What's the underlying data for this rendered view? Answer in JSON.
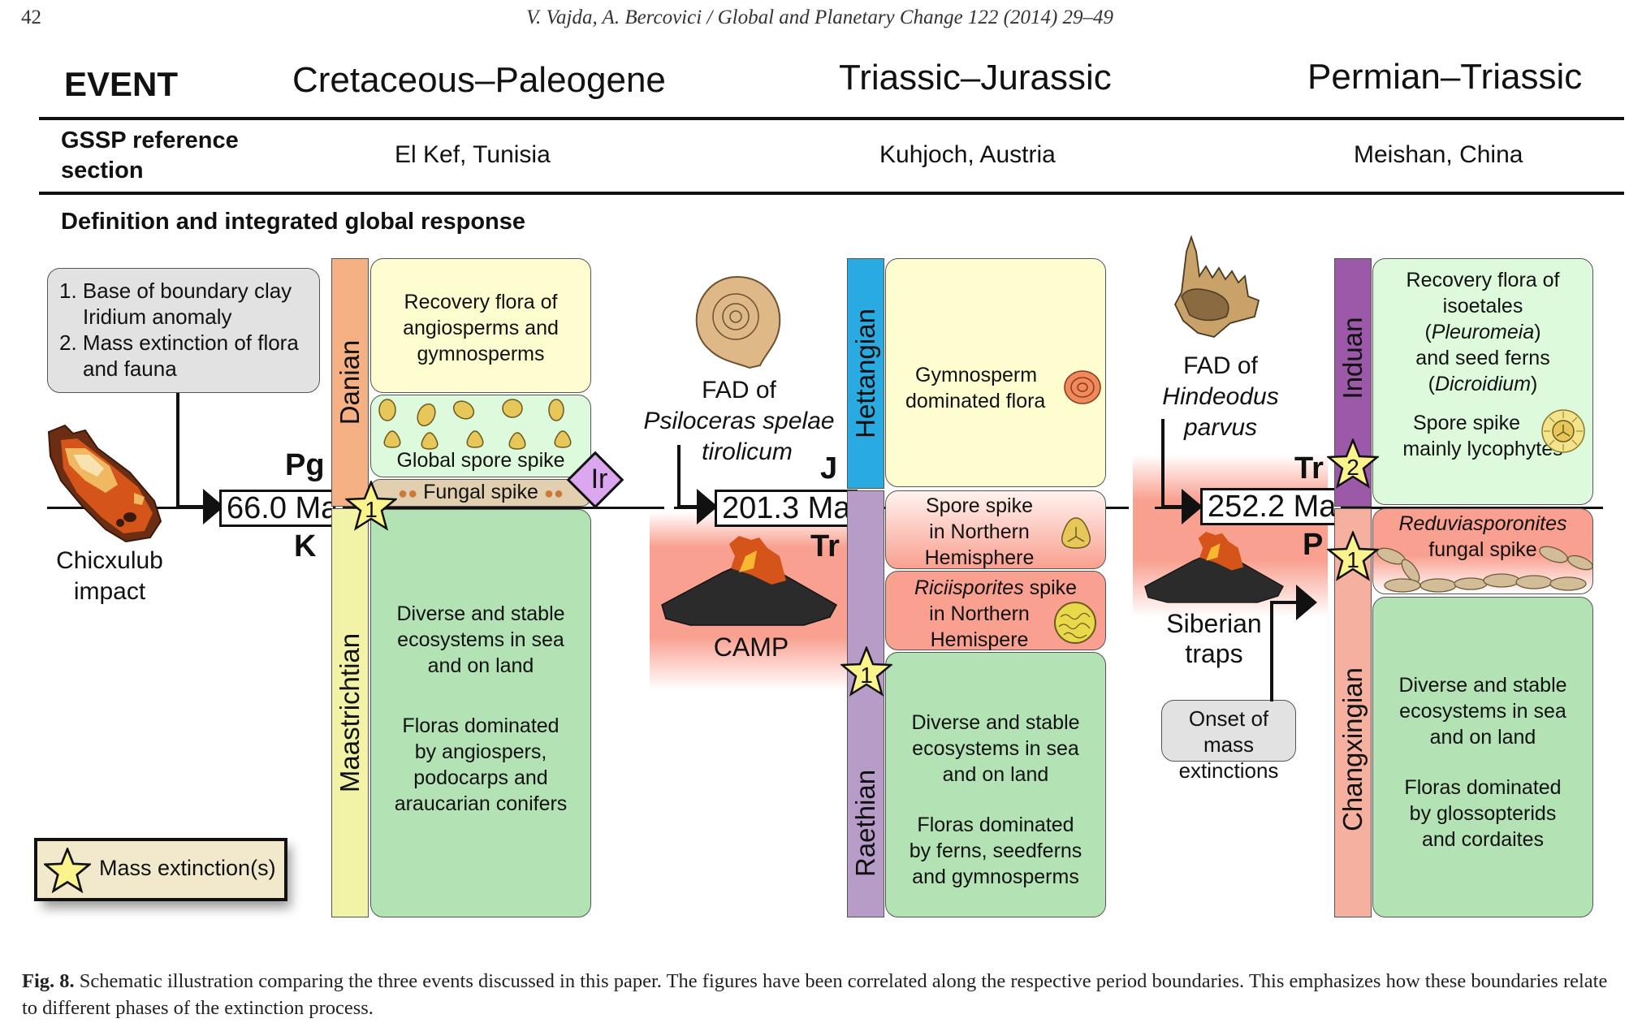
{
  "running_head": {
    "page_number": "42",
    "citation": "V. Vajda, A. Bercovici / Global and Planetary Change 122 (2014) 29–49"
  },
  "header": {
    "event_label": "EVENT",
    "events": [
      "Cretaceous–Paleogene",
      "Triassic–Jurassic",
      "Permian–Triassic"
    ],
    "gssp_label": "GSSP reference section",
    "gssp_sections": [
      "El Kef, Tunisia",
      "Kuhjoch, Austria",
      "Meishan, China"
    ],
    "definition_title": "Definition and integrated global response"
  },
  "kpg": {
    "callout_items": [
      "1. Base of boundary clay",
      "Iridium anomaly",
      "2. Mass extinction of flora",
      "and fauna"
    ],
    "impact_label": [
      "Chicxulub",
      "impact"
    ],
    "age": "66.0 Ma",
    "upper_period": "Pg",
    "lower_period": "K",
    "upper_stage": "Danian",
    "lower_stage": "Maastrichtian",
    "star_number": "1",
    "iridium_marker": "Ir",
    "boxes": {
      "recovery": [
        "Recovery flora of",
        "angiosperms and",
        "gymnosperms"
      ],
      "spore_spike": "Global spore spike",
      "fungal_spike": "Fungal spike",
      "pre_event_1": [
        "Diverse and stable",
        "ecosystems in sea",
        "and on land"
      ],
      "pre_event_2": [
        "Floras dominated",
        "by angiospers,",
        "podocarps and",
        "araucarian conifers"
      ]
    },
    "colors": {
      "danian": "#f5b184",
      "maastrichtian": "#f3f3a8"
    }
  },
  "trj": {
    "fad_label": [
      "FAD of",
      "Psiloceras spelae",
      "tirolicum"
    ],
    "volcano_label": "CAMP",
    "age": "201.3 Ma",
    "upper_period": "J",
    "lower_period": "Tr",
    "upper_stage": "Hettangian",
    "lower_stage": "Raethian",
    "star_number": "1",
    "boxes": {
      "gymnosperm": [
        "Gymnosperm",
        "dominated flora"
      ],
      "spore_spike": [
        "Spore spike",
        "in Northern",
        "Hemisphere"
      ],
      "riciisporites_genus": "Riciisporites",
      "riciisporites_rest": [
        " spike",
        "in Northern",
        "Hemispere"
      ],
      "pre_event_1": [
        "Diverse and stable",
        "ecosystems in sea",
        "and on land"
      ],
      "pre_event_2": [
        "Floras dominated",
        "by ferns, seedferns",
        "and gymnosperms"
      ]
    },
    "colors": {
      "hettangian": "#29abe2",
      "raethian": "#b89cc8"
    }
  },
  "ptr": {
    "fad_label": [
      "FAD of",
      "Hindeodus",
      "parvus"
    ],
    "volcano_label": [
      "Siberian",
      "traps"
    ],
    "onset_callout": [
      "Onset of mass",
      "extinctions"
    ],
    "age": "252.2 Ma",
    "upper_period": "Tr",
    "lower_period": "P",
    "upper_stage": "Induan",
    "lower_stage": "Changxingian",
    "star_numbers": [
      "2",
      "1"
    ],
    "boxes": {
      "recovery_1": "Recovery flora of",
      "recovery_2": "isoetales",
      "recovery_genus_1": "Pleuromeia",
      "recovery_3": "and seed ferns",
      "recovery_genus_2": "Dicroidium",
      "spore_spike": [
        "Spore spike",
        "mainly lycophytes"
      ],
      "fungal_genus": "Reduviasporonites",
      "fungal_rest": "fungal spike",
      "pre_event_1": [
        "Diverse and stable",
        "ecosystems in sea",
        "and on land"
      ],
      "pre_event_2": [
        "Floras dominated",
        "by glossopterids",
        "and cordaites"
      ]
    },
    "colors": {
      "induan": "#9b59a8",
      "changxingian": "#f6b0a0"
    }
  },
  "legend": {
    "label": "Mass extinction(s)"
  },
  "caption": {
    "label": "Fig. 8.",
    "text": " Schematic illustration comparing the three events discussed in this paper. The figures have been correlated along the respective period boundaries. This emphasizes how these boundaries relate to different phases of the extinction process."
  },
  "colors": {
    "recovery_yellow": "#fefdd0",
    "spore_mint": "#ddfadd",
    "fungal_tan": "#e2cfb0",
    "pre_event_green": "#b3e3b5",
    "extinction_red": "#f9a090",
    "star_yellow": "#fbf38c",
    "ir_purple": "#dba8f0",
    "callout_gray": "#e2e2e2",
    "legend_beige": "#f2e8cc"
  }
}
